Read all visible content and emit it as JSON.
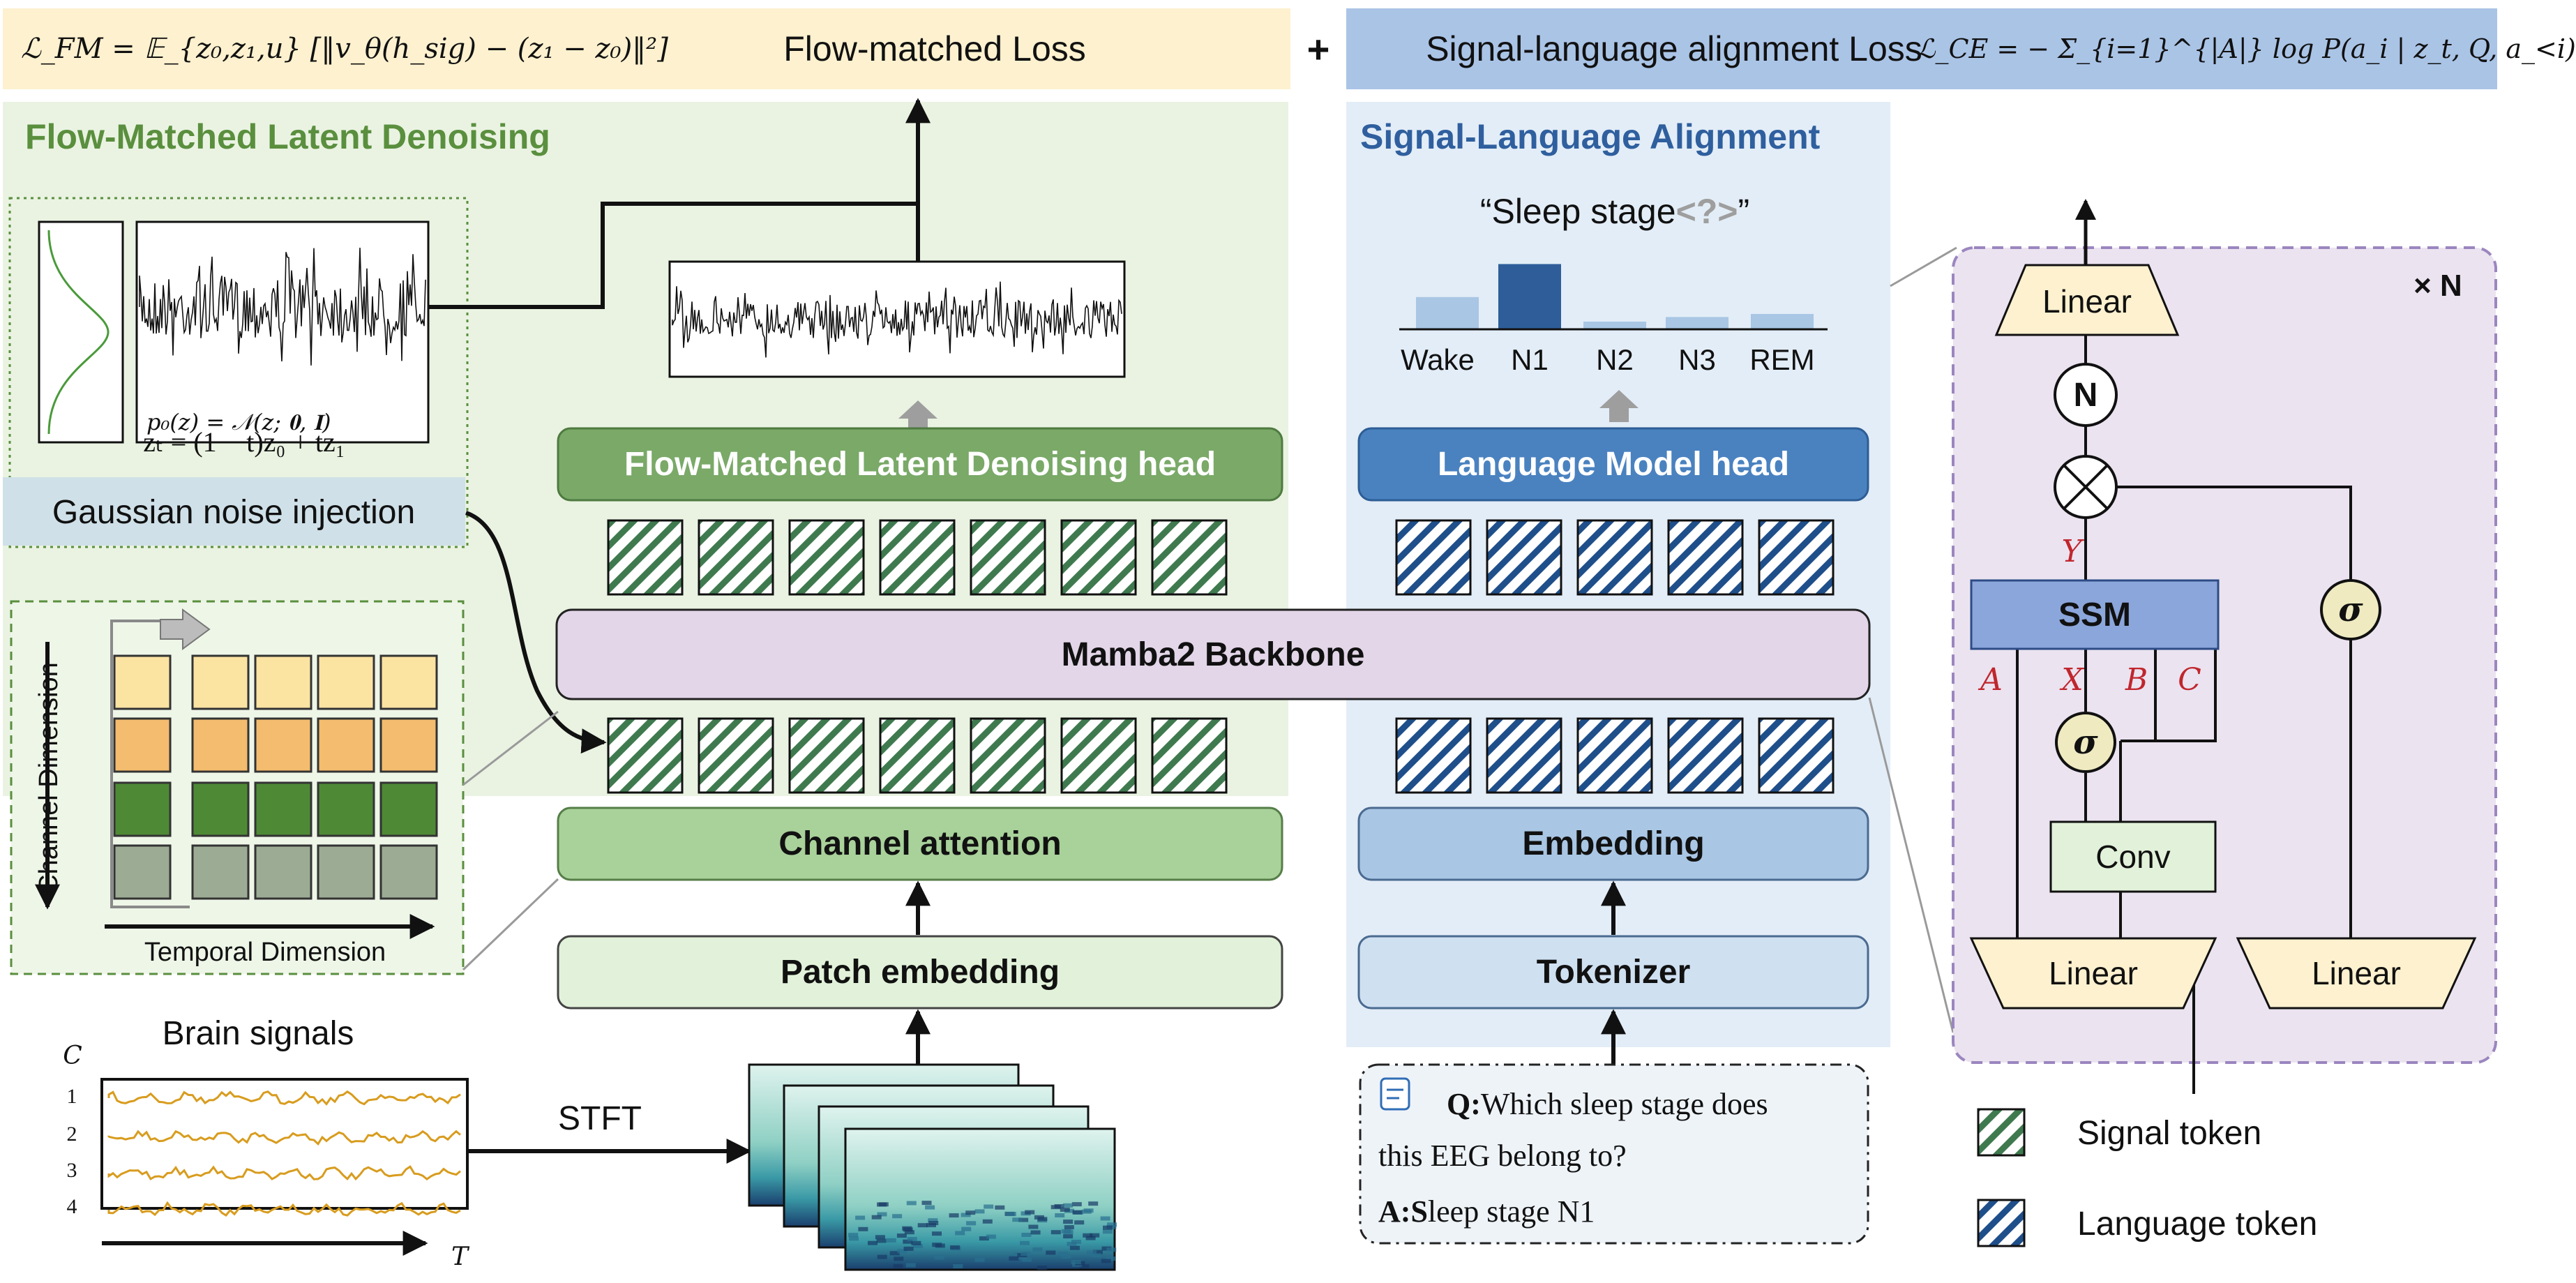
{
  "loss": {
    "fm_formula": "ℒ_FM = 𝔼_{z₀,z₁,u} [‖v_θ(h_sig) − (z₁ − z₀)‖²]",
    "fm_label": "Flow-matched Loss",
    "plus": "+",
    "ce_label": "Signal-language alignment Loss",
    "ce_formula": "ℒ_CE = − Σ_{i=1}^{|A|} log P(a_i | z_t, Q, a_<i)"
  },
  "sections": {
    "left_title": "Flow-Matched Latent Denoising",
    "right_title": "Signal-Language Alignment"
  },
  "noise": {
    "p0_formula": "p₀(z) = 𝒩(z; 𝟎, 𝐈)",
    "zt_formula": "zₜ = (1 − t)z₀ + tz₁",
    "injection_label": "Gaussian noise injection"
  },
  "prompt": {
    "text": "“Sleep stage ",
    "mask": "<?>",
    "close": "”"
  },
  "chart_data": {
    "type": "bar",
    "categories": [
      "Wake",
      "N1",
      "N2",
      "N3",
      "REM"
    ],
    "values": [
      0.42,
      0.85,
      0.1,
      0.16,
      0.2
    ],
    "highlight": "N1",
    "colors": {
      "normal": "#a9c6e4",
      "highlight": "#2e5d99"
    }
  },
  "blocks": {
    "fm_head": "Flow-Matched Latent Denoising head",
    "lm_head": "Language Model head",
    "backbone": "Mamba2 Backbone",
    "channel_attention": "Channel attention",
    "patch_embedding": "Patch embedding",
    "embedding": "Embedding",
    "tokenizer": "Tokenizer"
  },
  "channel_grid": {
    "channel_axis": "Channel Dimension",
    "temporal_axis": "Temporal Dimension",
    "row_colors": [
      "#fbe3a2",
      "#f3bc6e",
      "#4e8a35",
      "#9cab94"
    ]
  },
  "brain": {
    "title": "Brain signals",
    "c_label": "C",
    "t_label": "T",
    "channels": [
      "1",
      "2",
      "3",
      "4"
    ],
    "stft": "STFT"
  },
  "qa": {
    "q_prefix": "Q:",
    "q_line1": " Which sleep stage does",
    "q_line2": "this EEG belong to?",
    "a_prefix": "A:",
    "a_bold": " S",
    "a_text": "leep stage N1"
  },
  "mamba_block": {
    "repeat": "× N",
    "linear_top": "Linear",
    "norm": "N",
    "multiply": "⊗",
    "y": "Y",
    "ssm": "SSM",
    "sigma": "σ",
    "a": "A",
    "x": "X",
    "b": "B",
    "c": "C",
    "conv": "Conv",
    "linear_bottom_left": "Linear",
    "linear_bottom_right": "Linear"
  },
  "legend": {
    "signal_token": "Signal token",
    "language_token": "Language token"
  },
  "colors": {
    "green_panel": "#eaf3e2",
    "blue_panel": "#e3edf7",
    "loss_left": "#fdf1cf",
    "loss_right": "#aac4e6",
    "head_green": "#7aa968",
    "head_blue": "#4a82c0",
    "backbone": "#e3d6e8",
    "ssm_panel": "#ebe3f0",
    "signal_stripe": "#3f7a4f",
    "language_stripe": "#1f4f8a"
  }
}
